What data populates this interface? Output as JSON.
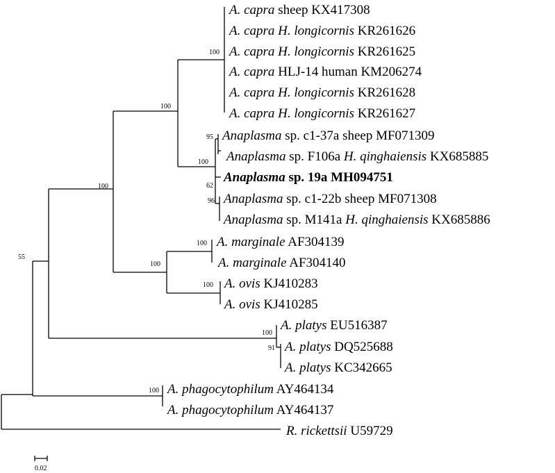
{
  "tree": {
    "taxa": [
      {
        "id": "t1",
        "italic": "A. capra",
        "rest": " sheep KX417308"
      },
      {
        "id": "t2",
        "italic": "A. capra H. longicornis",
        "rest": " KR261626"
      },
      {
        "id": "t3",
        "italic": "A. capra H. longicornis",
        "rest": " KR261625"
      },
      {
        "id": "t4",
        "italic": "A. capra",
        "rest": " HLJ-14 human KM206274"
      },
      {
        "id": "t5",
        "italic": "A. capra H. longicornis",
        "rest": " KR261628"
      },
      {
        "id": "t6",
        "italic": "A. capra H. longicornis",
        "rest": " KR261627"
      },
      {
        "id": "t7",
        "italic": "Anaplasma",
        "rest": " sp. c1-37a sheep MF071309"
      },
      {
        "id": "t8",
        "italic": "Anaplasma",
        "rest": " sp. F106a ",
        "italic2": "H. qinghaiensis",
        "rest2": " KX685885"
      },
      {
        "id": "t9",
        "italic": "Anaplasma",
        "rest": " sp. 19a MH094751",
        "bold": true
      },
      {
        "id": "t10",
        "italic": "Anaplasma",
        "rest": " sp. c1-22b sheep MF071308"
      },
      {
        "id": "t11",
        "italic": "Anaplasma",
        "rest": " sp. M141a ",
        "italic2": "H. qinghaiensis",
        "rest2": " KX685886"
      },
      {
        "id": "t12",
        "italic": "A. marginale",
        "rest": " AF304139"
      },
      {
        "id": "t13",
        "italic": "A. marginale",
        "rest": " AF304140"
      },
      {
        "id": "t14",
        "italic": "A. ovis",
        "rest": " KJ410283"
      },
      {
        "id": "t15",
        "italic": "A. ovis",
        "rest": " KJ410285"
      },
      {
        "id": "t16",
        "italic": "A. platys",
        "rest": " EU516387"
      },
      {
        "id": "t17",
        "italic": "A. platys",
        "rest": " DQ525688"
      },
      {
        "id": "t18",
        "italic": "A. platys",
        "rest": " KC342665"
      },
      {
        "id": "t19",
        "italic": "A. phagocytophilum",
        "rest": " AY464134"
      },
      {
        "id": "t20",
        "italic": "A. phagocytophilum",
        "rest": " AY464137"
      },
      {
        "id": "t21",
        "italic": "R. rickettsii",
        "rest": " U59729"
      }
    ],
    "bootstraps": [
      "100",
      "100",
      "95",
      "100",
      "62",
      "96",
      "100",
      "100",
      "100",
      "100",
      "100",
      "91",
      "100",
      "100",
      "55"
    ],
    "scale_label": "0.02"
  }
}
